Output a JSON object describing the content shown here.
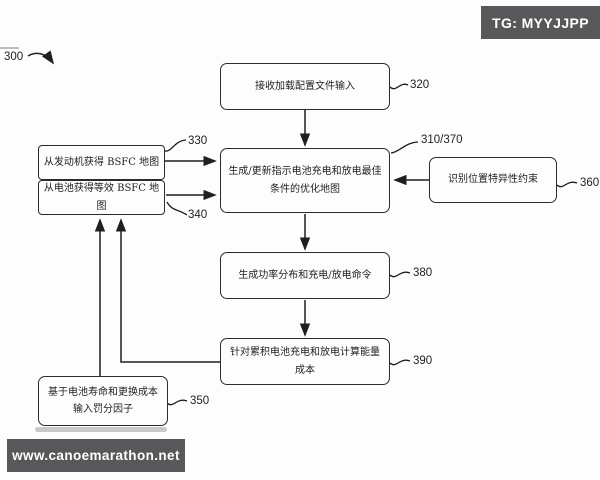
{
  "overlays": {
    "tag_badge": "TG: MYYJJPP",
    "site_watermark": "www.canoemarathon.net"
  },
  "diagram": {
    "figure_ref": "300",
    "steps": {
      "s320": {
        "ref": "320",
        "label": "接收加载配置文件输入"
      },
      "s330": {
        "ref": "330",
        "label": "从发动机获得 BSFC 地图"
      },
      "s340": {
        "ref": "340",
        "label": "从电池获得等效 BSFC 地\n图"
      },
      "s310_370": {
        "ref": "310/370",
        "label": "生成/更新指示电池充电和放电最佳\n条件的优化地图"
      },
      "s360": {
        "ref": "360",
        "label": "识别位置特异性约束"
      },
      "s380": {
        "ref": "380",
        "label": "生成功率分布和充电/放电命令"
      },
      "s390": {
        "ref": "390",
        "label": "针对累积电池充电和放电计算能量\n成本"
      },
      "s350": {
        "ref": "350",
        "label": "基于电池寿命和更换成本\n输入罚分因子"
      }
    },
    "colors": {
      "line": "#1f1f1f",
      "badge_bg": "#58585a",
      "badge_text": "#ffffff"
    }
  }
}
